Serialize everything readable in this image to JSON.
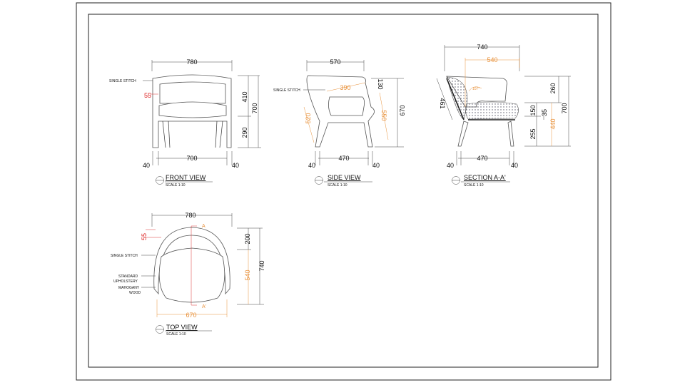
{
  "front_view": {
    "title": "FRONT VIEW",
    "scale": "SCALE 1:10",
    "dims": {
      "width": "780",
      "inner_width": "700",
      "leg_left": "40",
      "leg_right": "40",
      "back_height": "410",
      "total_height": "700",
      "seat_height": "290",
      "arm": "55"
    },
    "label": "SINGLE STITCH"
  },
  "side_view": {
    "title": "SIDE VIEW",
    "scale": "SCALE 1:10",
    "dims": {
      "depth": "570",
      "top": "130",
      "total_height": "670",
      "arm": "390",
      "back": "520",
      "front": "550",
      "leg_span": "470",
      "leg_left": "40",
      "leg_right": "40"
    },
    "label": "SINGLE STITCH"
  },
  "section_view": {
    "title": "SECTION A-A'",
    "scale": "SCALE 1:10",
    "dims": {
      "depth": "740",
      "seat_depth": "540",
      "back_length": "461",
      "angle": "107°",
      "back_height": "260",
      "cushion": "150",
      "base": "35",
      "seat_height": "440",
      "total_height": "700",
      "leg_height": "255",
      "leg_span": "470",
      "leg_left": "40",
      "leg_right": "40"
    }
  },
  "top_view": {
    "title": "TOP VIEW",
    "scale": "SCALE 1:10",
    "dims": {
      "width": "780",
      "arm": "55",
      "back": "200",
      "total_depth": "740",
      "seat_depth": "540",
      "seat_width": "670"
    },
    "section_marks": {
      "a": "A",
      "a_prime": "A'"
    },
    "labels": {
      "stitch": "SINGLE STITCH",
      "upholstery_1": "STANDARD",
      "upholstery_2": "UPHOLSTERY",
      "wood_1": "MAHOGANY",
      "wood_2": "WOOD"
    }
  },
  "colors": {
    "dimension": "#444444",
    "orange_dimension": "#e8913a",
    "red_dimension": "#dd3333"
  }
}
